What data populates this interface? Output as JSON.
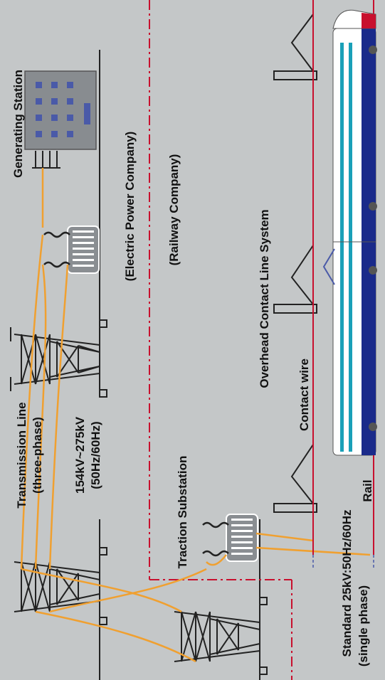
{
  "labels": {
    "generating_station": "Generating Station",
    "electric_power_company": "(Electric Power Company)",
    "railway_company": "(Railway Company)",
    "overhead_contact_line_system": "Overhead Contact Line System",
    "transmission_line": "Transmission Line",
    "three_phase": "(three-phase)",
    "voltage": "154kV~275kV",
    "frequency": "(50Hz/60Hz)",
    "contact_wire": "Contact wire",
    "traction_substation": "Traction Substation",
    "rail": "Rail",
    "standard": "Standard 25kV:50Hz/60Hz",
    "single_phase": "(single phase)"
  },
  "colors": {
    "background": "#c4c7c8",
    "wire": "#f0a030",
    "boundary": "#c8102e",
    "structure": "#222222",
    "train_blue": "#1a2a8a",
    "train_teal": "#1aa0b8",
    "building": "#888c90",
    "window": "#4a5aa8"
  }
}
